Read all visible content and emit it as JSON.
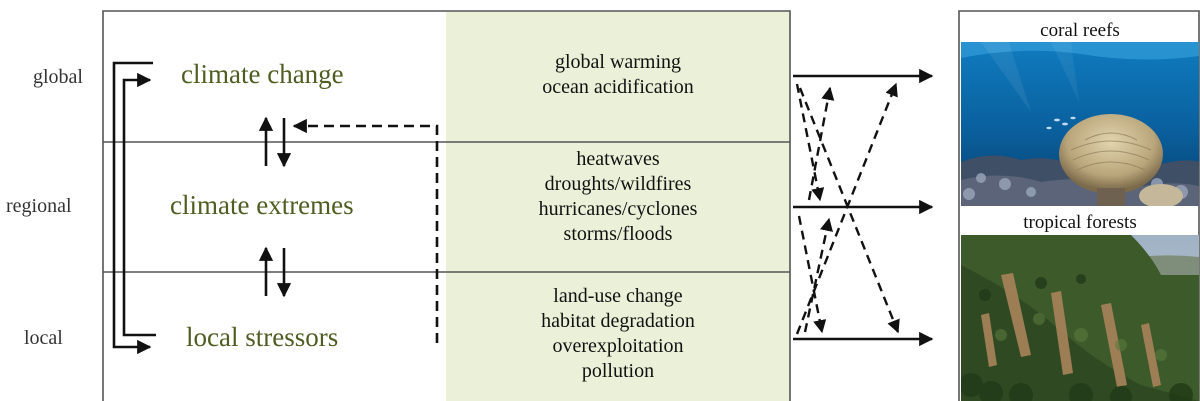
{
  "scales": [
    "global",
    "regional",
    "local"
  ],
  "drivers": [
    "climate change",
    "climate extremes",
    "local stressors"
  ],
  "examples": {
    "global": [
      "global warming",
      "ocean acidification"
    ],
    "regional": [
      "heatwaves",
      "droughts/wildfires",
      "hurricanes/cyclones",
      "storms/floods"
    ],
    "local": [
      "land-use change",
      "habitat degradation",
      "overexploitation",
      "pollution"
    ]
  },
  "ecosystems": [
    "coral reefs",
    "tropical forests"
  ],
  "colors": {
    "driver_text": "#4f5d22",
    "examples_panel": "#ebf0d8",
    "frame": "#555555"
  }
}
